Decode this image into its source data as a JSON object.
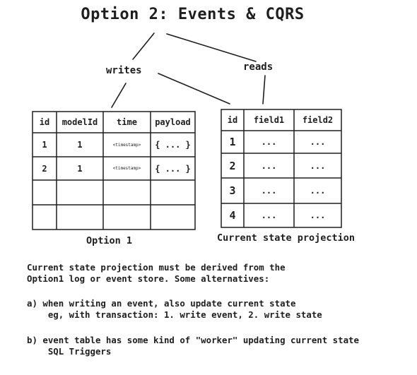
{
  "diagram": {
    "title": "Option 2: Events & CQRS",
    "labels": {
      "writes": "writes",
      "reads": "reads"
    },
    "event_table": {
      "headers": [
        "id",
        "modelId",
        "time",
        "payload"
      ],
      "rows": [
        [
          "1",
          "1",
          "<timestamp>",
          "{ ... }"
        ],
        [
          "2",
          "1",
          "<timestamp>",
          "{ ... }"
        ],
        [
          "",
          "",
          "",
          ""
        ],
        [
          "",
          "",
          "",
          ""
        ]
      ],
      "caption": "Option 1"
    },
    "projection_table": {
      "headers": [
        "id",
        "field1",
        "field2"
      ],
      "rows": [
        [
          "1",
          "...",
          "..."
        ],
        [
          "2",
          "...",
          "..."
        ],
        [
          "3",
          "...",
          "..."
        ],
        [
          "4",
          "...",
          "..."
        ]
      ],
      "caption": "Current state projection"
    },
    "notes": {
      "intro_line1": "Current state projection must be derived from the",
      "intro_line2": "Option1 log or event store. Some alternatives:",
      "a_line1": "a) when writing an event, also update current state",
      "a_line2": "    eg, with transaction: 1. write event, 2. write state",
      "b_line1": "b) event table has some kind of \"worker\" updating current state",
      "b_line2": "    SQL Triggers"
    }
  }
}
